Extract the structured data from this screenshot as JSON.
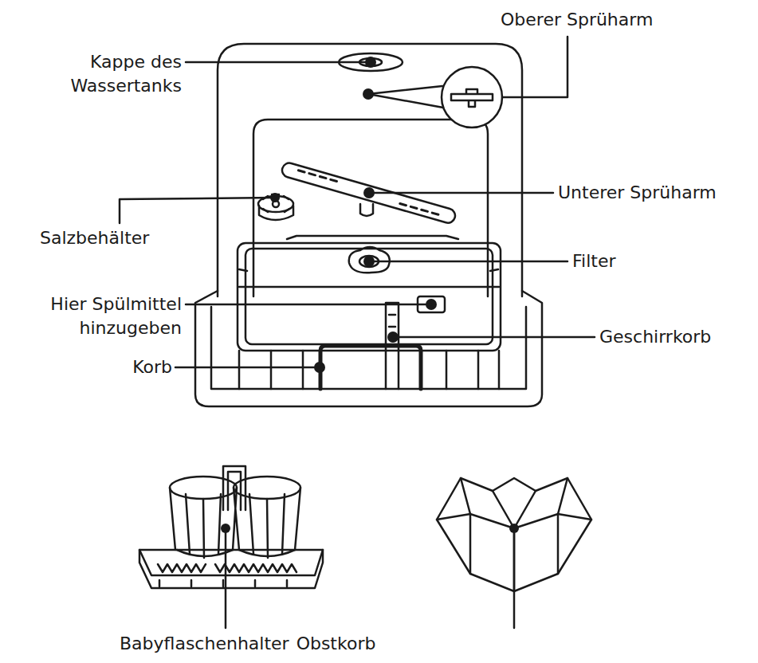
{
  "diagram": {
    "labels": [
      "Oberer Sprüharm",
      "Kappe des Wassertanks",
      "Unterer Sprüharm",
      "Salzbehälter",
      "Filter",
      "Hier Spülmittel hinzugeben",
      "Geschirrkorb",
      "Korb",
      "Babyflaschenhalter",
      "Obstkorb"
    ]
  }
}
